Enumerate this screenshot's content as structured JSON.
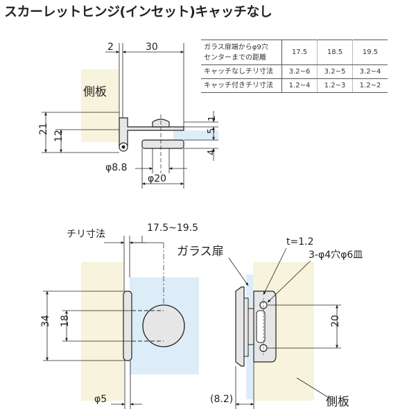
{
  "title": "スカーレットヒンジ(インセット)キャッチなし",
  "table": {
    "header_label_line1": "ガラス扉端からφ9穴",
    "header_label_line2": "センターまでの距離",
    "columns": [
      "17.5",
      "18.5",
      "19.5"
    ],
    "rows": [
      {
        "label": "キャッチなしチリ寸法",
        "values": [
          "3.2~6",
          "3.2~5",
          "3.2~4"
        ]
      },
      {
        "label": "キャッチ付きチリ寸法",
        "values": [
          "1.2~4",
          "1.2~3",
          "1.2~2"
        ]
      }
    ]
  },
  "top_view": {
    "dim_2": "2",
    "dim_30": "30",
    "side_panel": "側板",
    "dim_21": "21",
    "dim_12": "12",
    "dim_1": "1",
    "dim_5": "5",
    "dim_4": "4",
    "dim_phi88": "φ8.8",
    "dim_phi20": "φ20"
  },
  "front_view": {
    "chiri": "チリ寸法",
    "range": "17.5~19.5",
    "dim_34": "34",
    "dim_18": "18",
    "dim_phi5": "φ5"
  },
  "side_view": {
    "glass_door": "ガラス扉",
    "thickness": "t=1.2",
    "holes": "3-φ4穴φ6皿",
    "dim_20": "20",
    "dim_82": "(8.2)",
    "side_panel": "側板"
  },
  "colors": {
    "panel": "#f7f3dc",
    "glass": "#dcedf8",
    "metal": "#e9e9e9"
  }
}
